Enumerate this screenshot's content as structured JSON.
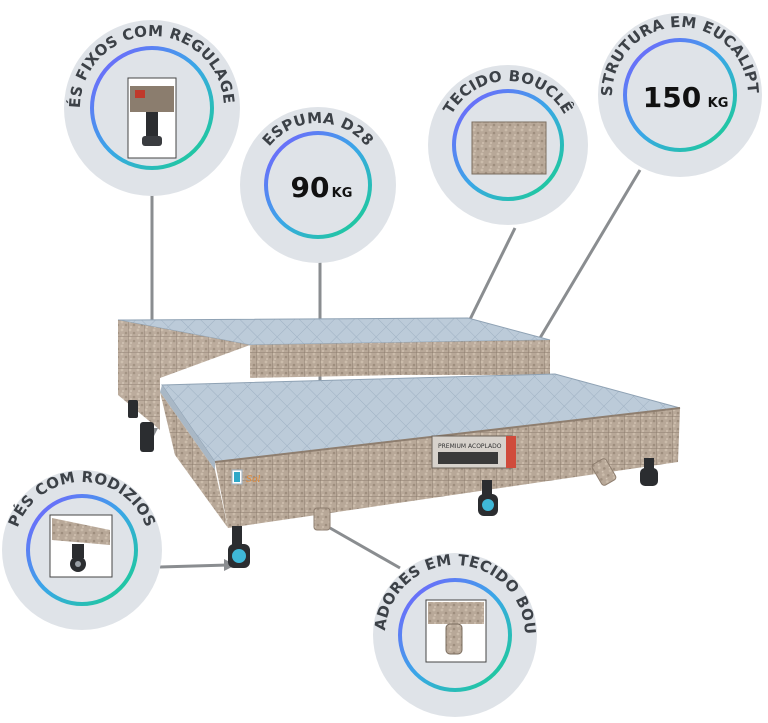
{
  "features": {
    "feet_fixed": {
      "label": "PÉS FIXOS COM REGULAGEM",
      "icon": "adjustable-foot-icon"
    },
    "foam": {
      "label": "ESPUMA D28",
      "value": "90",
      "unit": "KG"
    },
    "fabric": {
      "label": "TECIDO BOUCLÊ",
      "icon": "boucle-fabric-swatch"
    },
    "structure": {
      "label": "ESTRUTURA EM EUCALIPTO",
      "value": "150",
      "unit": "KG"
    },
    "casters": {
      "label": "PÉS COM RODIZIOS",
      "icon": "caster-wheel-icon"
    },
    "handles": {
      "label": "PUXADORES EM TECIDO BOUCLÊ",
      "icon": "fabric-handle-icon"
    }
  },
  "product": {
    "tag_text": "PREMIUM ACOPLADO",
    "colors": {
      "mattress_top": "#b9c9d8",
      "boucle": "#b8a898",
      "badge_bg": "#dfe3e8"
    }
  }
}
